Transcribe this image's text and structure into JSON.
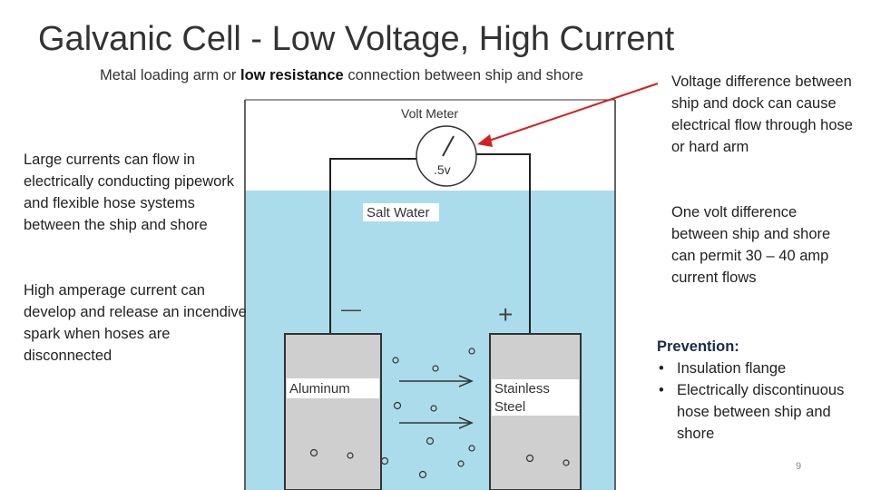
{
  "title": "Galvanic Cell -  Low Voltage, High Current",
  "subtitle": {
    "part1": "Metal loading arm or ",
    "bold": "low resistance",
    "part2": " connection between ship and shore"
  },
  "left": {
    "para1": "Large currents can flow in electrically conducting pipework and flexible hose systems between the ship and shore",
    "para2": "High amperage current can develop and release an incendive spark when hoses are disconnected"
  },
  "right": {
    "para1": "Voltage difference between ship and dock can cause electrical flow through hose or hard arm",
    "para2": "One volt difference between ship and shore can  permit 30 – 40 amp current flows"
  },
  "prevention": {
    "heading": "Prevention:",
    "items": [
      "Insulation flange",
      "Electrically discontinuous hose between ship and shore"
    ]
  },
  "diagram": {
    "volt_meter_label": "Volt Meter",
    "meter_reading": ".5v",
    "salt_water_label": "Salt Water",
    "negative_sign": "—",
    "positive_sign": "+",
    "anode_label": "Aluminum",
    "cathode_label_line1": "Stainless",
    "cathode_label_line2": "Steel",
    "colors": {
      "water": "#aadcec",
      "arrow": "#d42020",
      "electrode_fill": "#cfcfcf"
    }
  },
  "page_number": "9"
}
